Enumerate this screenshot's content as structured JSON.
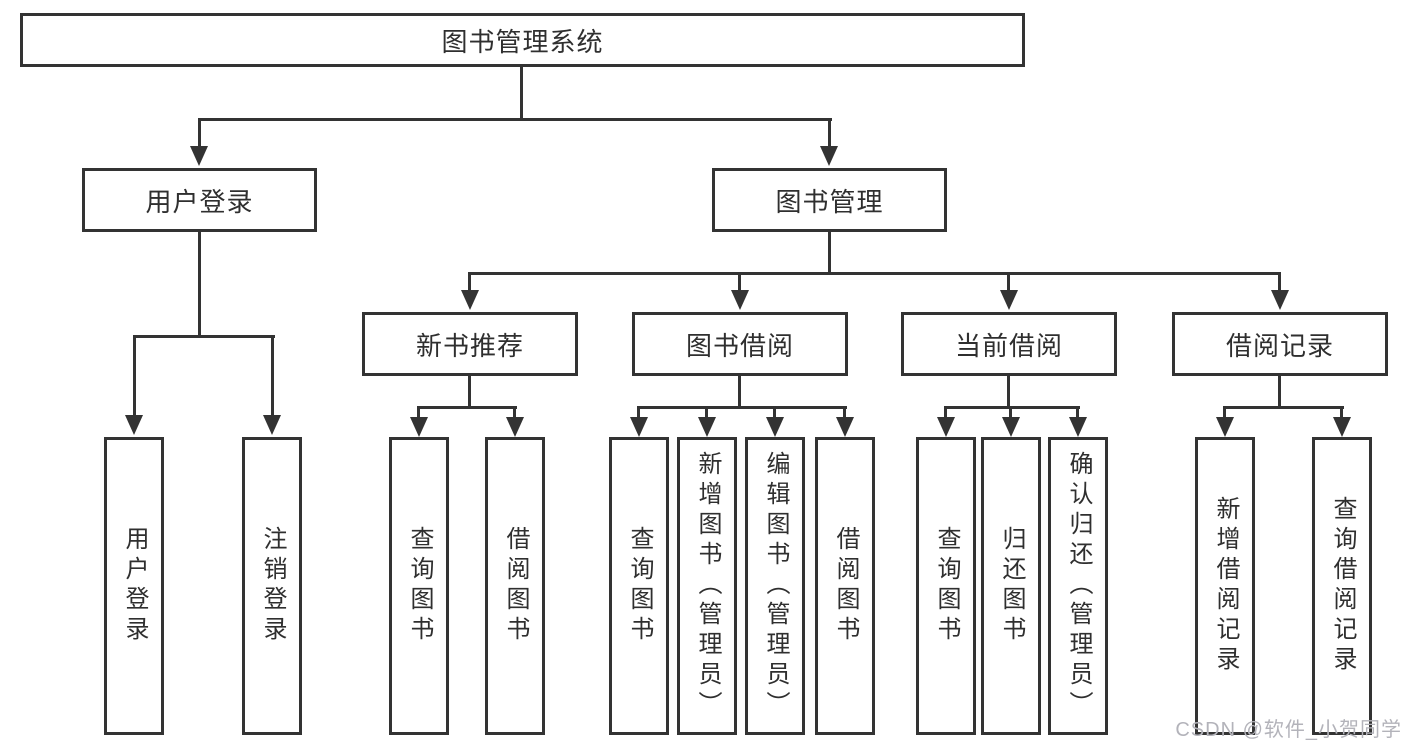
{
  "colors": {
    "line": "#333333",
    "background": "#ffffff",
    "watermark": "#b3b3ba"
  },
  "root": {
    "label": "图书管理系统"
  },
  "level2": [
    {
      "label": "用户登录"
    },
    {
      "label": "图书管理"
    }
  ],
  "level3": [
    {
      "label": "新书推荐"
    },
    {
      "label": "图书借阅"
    },
    {
      "label": "当前借阅"
    },
    {
      "label": "借阅记录"
    }
  ],
  "leaves": {
    "user_login": [
      {
        "label": "用户登录"
      },
      {
        "label": "注销登录"
      }
    ],
    "new_book": [
      {
        "label": "查询图书"
      },
      {
        "label": "借阅图书"
      }
    ],
    "book_borrow": [
      {
        "label": "查询图书"
      },
      {
        "label": "新增图书（管理员）"
      },
      {
        "label": "编辑图书（管理员）"
      },
      {
        "label": "借阅图书"
      }
    ],
    "current_borrow": [
      {
        "label": "查询图书"
      },
      {
        "label": "归还图书"
      },
      {
        "label": "确认归还（管理员）"
      }
    ],
    "borrow_record": [
      {
        "label": "新增借阅记录"
      },
      {
        "label": "查询借阅记录"
      }
    ]
  },
  "watermark": {
    "text": "CSDN @软件_小贺同学"
  }
}
